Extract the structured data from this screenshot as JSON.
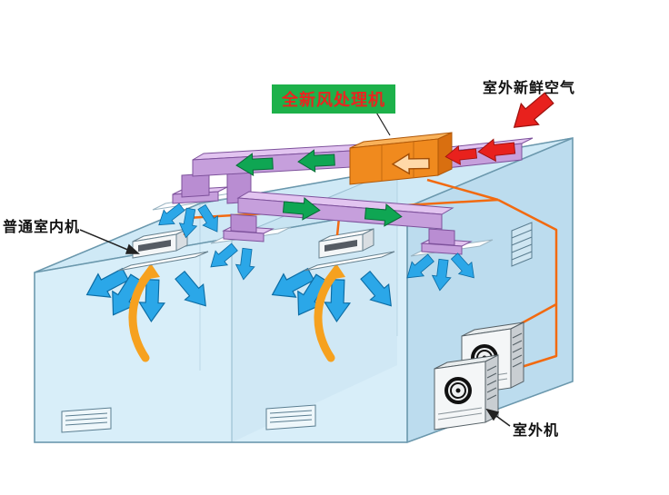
{
  "labels": {
    "fresh_air_unit": "全新风处理机",
    "outdoor_fresh_air": "室外新鲜空气",
    "indoor_unit": "普通室内机",
    "outdoor_unit": "室外机"
  },
  "colors": {
    "label_green_bg": "#1db14a",
    "label_red_text": "#e8251f",
    "label_black_text": "#111111",
    "building_top": "#cfe9f6",
    "building_front": "#d8eef9",
    "building_side": "#bcdcee",
    "duct_top": "#e2c4f0",
    "duct_front": "#c69fdc",
    "unit_orange_front": "#f08a1e",
    "unit_orange_top": "#f9b25a",
    "supply_arrow_green": "#0fa653",
    "fresh_air_arrow_red": "#e8211d",
    "room_air_arrow_blue": "#2ba7e8",
    "return_air_arrow_orange": "#f6a11f",
    "pipe_orange": "#f26a10"
  }
}
